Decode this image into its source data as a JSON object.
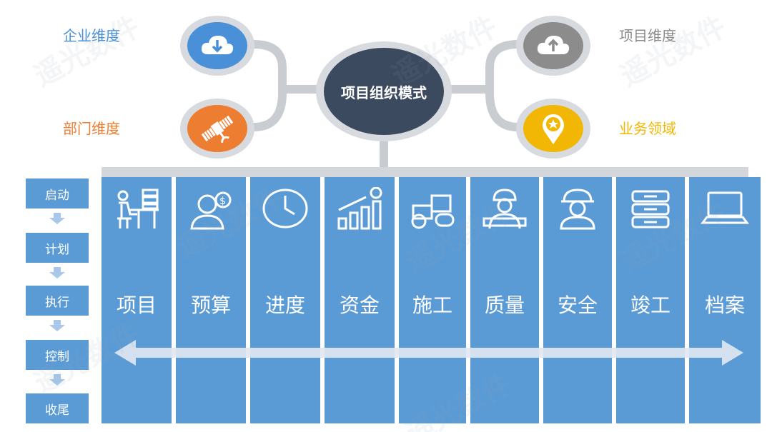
{
  "hub": {
    "title": "项目组织模式"
  },
  "dimensions": {
    "enterprise": {
      "label": "企业维度",
      "color": "#4a90d9",
      "icon": "cloud-download-icon"
    },
    "department": {
      "label": "部门维度",
      "color": "#ed7d31",
      "icon": "satellite-icon"
    },
    "project": {
      "label": "项目维度",
      "color": "#8c8c8c",
      "icon": "cloud-upload-icon"
    },
    "business": {
      "label": "业务领域",
      "color": "#f2b705",
      "icon": "location-star-icon"
    }
  },
  "phases": [
    "启动",
    "计划",
    "执行",
    "控制",
    "收尾"
  ],
  "columns": [
    {
      "label": "项目",
      "icon": "desk-worker-icon"
    },
    {
      "label": "预算",
      "icon": "person-coin-icon"
    },
    {
      "label": "进度",
      "icon": "clock-icon"
    },
    {
      "label": "资金",
      "icon": "growth-bars-icon"
    },
    {
      "label": "施工",
      "icon": "roller-icon"
    },
    {
      "label": "质量",
      "icon": "inspector-icon"
    },
    {
      "label": "安全",
      "icon": "hardhat-worker-icon"
    },
    {
      "label": "竣工",
      "icon": "document-stack-icon"
    },
    {
      "label": "档案",
      "icon": "laptop-icon"
    }
  ],
  "watermark": "遥光数件",
  "colors": {
    "column": "#5b9bd5",
    "hub": "#3c4a5f",
    "connector": "#c9cdd2"
  }
}
